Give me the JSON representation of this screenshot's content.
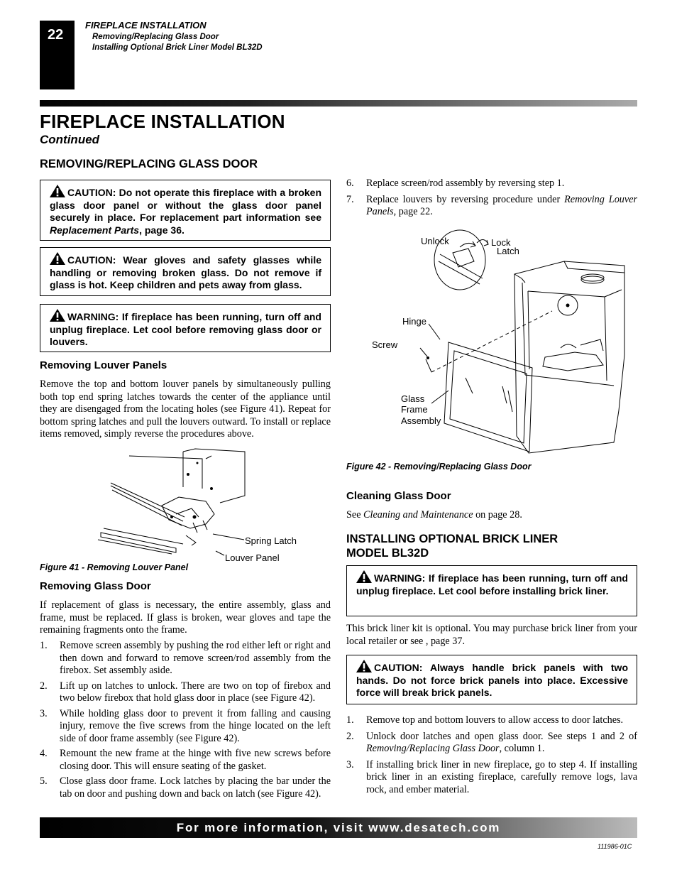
{
  "header": {
    "page_number": "22",
    "section": "FIREPLACE INSTALLATION",
    "topic_1": "Removing/Replacing Glass Door",
    "topic_2": "Installing Optional Brick Liner Model BL32D"
  },
  "title": "FIREPLACE INSTALLATION",
  "subtitle": "Continued",
  "left": {
    "heading": "REMOVING/REPLACING GLASS DOOR",
    "caution_1": {
      "lead": "CAUTION: Do not operate this fireplace with a broken glass door panel or without the glass door panel securely in place. For replacement part information see ",
      "ref": "Replacement Parts",
      "tail": ", page 36."
    },
    "caution_2": "CAUTION: Wear gloves and safety glasses while handling or removing broken glass. Do not remove if glass is hot. Keep children and pets away from glass.",
    "warning_1": "WARNING: If fireplace has been running, turn off and unplug fireplace. Let cool before removing glass door or louvers.",
    "louver_heading": "Removing Louver Panels",
    "louver_text": "Remove the top and bottom louver panels by simultaneously pulling both top end spring latches towards the center of the appliance until they are disengaged from the locating holes (see Figure 41). Repeat for bottom spring latches and pull the louvers outward. To install or replace items removed, simply reverse the procedures above.",
    "fig41": {
      "label_spring_latch": "Spring Latch",
      "label_louver_panel": "Louver Panel",
      "caption": "Figure 41 - Removing Louver Panel"
    },
    "glass_heading": "Removing Glass Door",
    "glass_text": "If replacement of glass is necessary, the entire assembly, glass and frame, must be replaced. If glass is broken, wear gloves and tape the remaining fragments onto the frame.",
    "steps": [
      {
        "n": "1.",
        "text": "Remove screen assembly by pushing the rod either left or right and then down and forward to remove screen/rod assembly from the firebox. Set assembly aside."
      },
      {
        "n": "2.",
        "text": "Lift up on latches to unlock. There are two on top of firebox and two below firebox that hold glass door in place (see Figure 42)."
      },
      {
        "n": "3.",
        "text": "While holding glass door to prevent it from falling and causing injury, remove the five screws from the hinge located on the left side of door frame assembly (see Figure 42)."
      },
      {
        "n": "4.",
        "text": "Remount the new frame at the hinge with five new screws before closing door. This will ensure seating of the gasket."
      },
      {
        "n": "5.",
        "text": "Close glass door frame. Lock latches by placing the bar under the tab on door and pushing down and back on latch (see Figure 42)."
      }
    ]
  },
  "right": {
    "steps": [
      {
        "n": "6.",
        "text": "Replace screen/rod assembly by reversing step 1."
      },
      {
        "n": "7.",
        "text_a": "Replace louvers by reversing procedure under ",
        "ref": "Removing Louver Panels,",
        "text_b": " page 22."
      }
    ],
    "fig42": {
      "label_unlock": "Unlock",
      "label_lock": "Lock",
      "label_latch": "Latch",
      "label_hinge": "Hinge",
      "label_screw": "Screw",
      "label_glass": "Glass",
      "label_frame": "Frame",
      "label_assembly": "Assembly",
      "caption": "Figure 42 - Removing/Replacing Glass Door"
    },
    "cleaning_heading": "Cleaning Glass Door",
    "cleaning_a": "See ",
    "cleaning_ref": "Cleaning and Maintenance",
    "cleaning_b": " on page 28.",
    "brick_heading_1": "INSTALLING OPTIONAL BRICK LINER",
    "brick_heading_2": "MODEL BL32D",
    "warning_2": "WARNING: If fireplace has been running, turn off and unplug fireplace. Let cool before installing brick liner.",
    "brick_text": "This brick liner kit is optional. You may purchase brick liner from your local retailer or see  , page 37.",
    "caution_3": "CAUTION: Always handle brick panels with two hands. Do not force brick panels into place. Excessive force will break brick panels.",
    "brick_steps": [
      {
        "n": "1.",
        "text": "Remove top and bottom louvers to allow access to door latches."
      },
      {
        "n": "2.",
        "text_a": "Unlock door latches and open glass door. See steps 1 and 2 of ",
        "ref": "Removing/Replacing Glass Door",
        "text_b": ", column 1."
      },
      {
        "n": "3.",
        "text": "If installing brick liner in new fireplace, go to step 4. If installing brick liner in an existing fireplace, carefully remove logs, lava rock, and ember material."
      }
    ]
  },
  "footer": {
    "banner": "For more information, visit www.desatech.com",
    "doc_code": "111986-01C"
  }
}
